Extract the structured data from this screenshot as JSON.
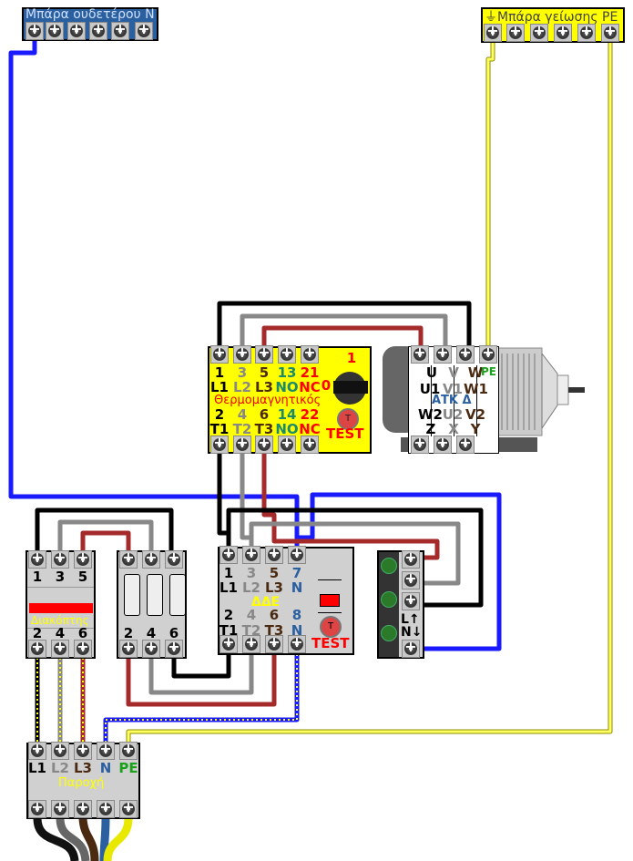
{
  "neutral_bar": {
    "title": "Μπάρα ουδετέρου N",
    "color": "#2a5fa0"
  },
  "earth_bar": {
    "title": "⏚Μπάρα γείωσης PE",
    "color": "#ffff00"
  },
  "thermal": {
    "name": "Θερμομαγνητικός",
    "top_nums": [
      "1",
      "3",
      "5",
      "13",
      "21"
    ],
    "top_labels": [
      "L1",
      "L2",
      "L3",
      "NO",
      "NC"
    ],
    "bot_nums": [
      "2",
      "4",
      "6",
      "14",
      "22"
    ],
    "bot_labels": [
      "T1",
      "T2",
      "T3",
      "NO",
      "NC"
    ],
    "pos_on": "1",
    "pos_off": "0",
    "test": "TEST",
    "test_btn": "T"
  },
  "motor": {
    "row1": [
      "U",
      "V",
      "W"
    ],
    "pe": "PE",
    "row2": [
      "U1",
      "V1",
      "W1"
    ],
    "title": "ΑΤΚ Δ",
    "row3": [
      "W2",
      "U2",
      "V2"
    ],
    "row4": [
      "Z",
      "X",
      "Y"
    ]
  },
  "switch": {
    "name": "Διακόπτης",
    "top": [
      "1",
      "3",
      "5"
    ],
    "bottom": [
      "2",
      "4",
      "6"
    ]
  },
  "fuses": {
    "bottom": [
      "2",
      "4",
      "6"
    ]
  },
  "rcd": {
    "name": "ΔΔΕ",
    "top_nums": [
      "1",
      "3",
      "5",
      "7"
    ],
    "top_labels": [
      "L1",
      "L2",
      "L3",
      "N"
    ],
    "bot_nums": [
      "2",
      "4",
      "6",
      "8"
    ],
    "bot_labels": [
      "T1",
      "T2",
      "T3",
      "N"
    ],
    "test": "TEST",
    "test_btn": "T"
  },
  "lights": {
    "l": "L↑",
    "n": "N↓"
  },
  "supply": {
    "name": "Παροχή",
    "labels": [
      "L1",
      "L2",
      "L3",
      "N",
      "PE"
    ]
  }
}
